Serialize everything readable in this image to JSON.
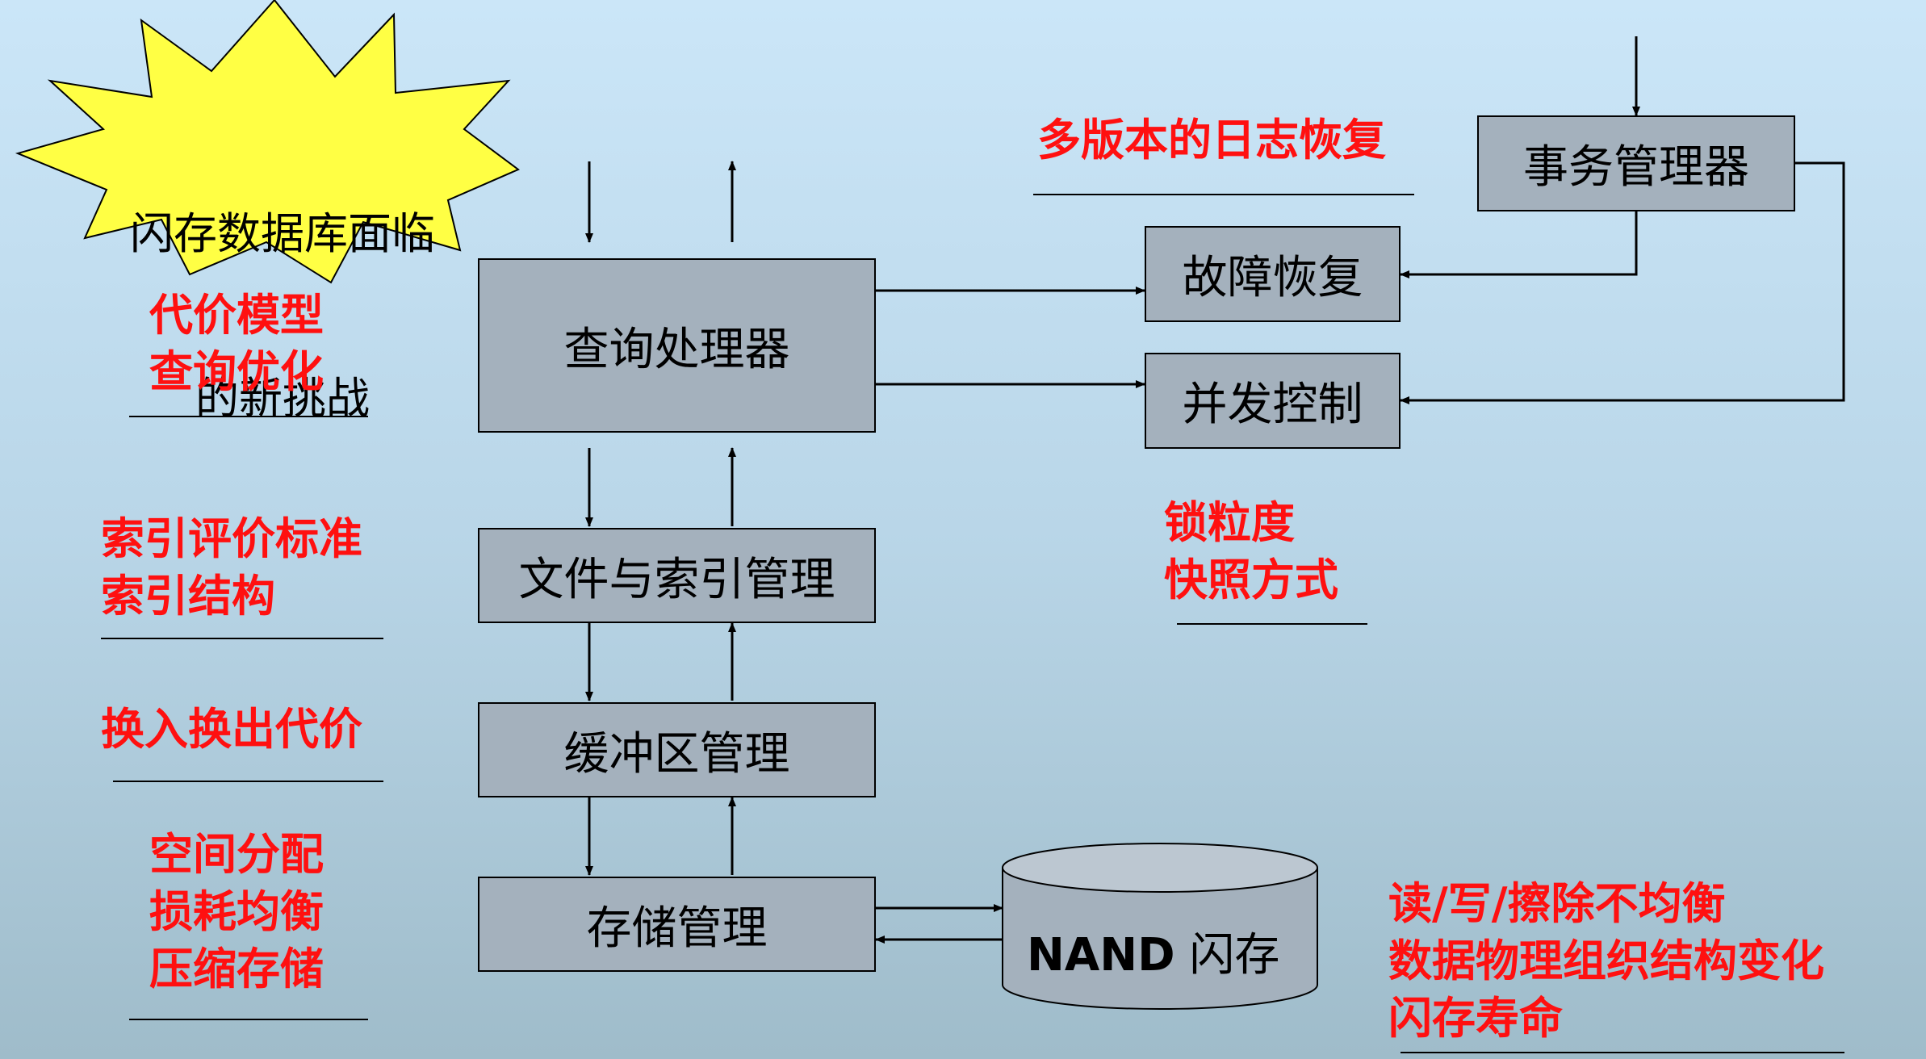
{
  "star": {
    "line1": "闪存数据库面临",
    "line2": "的新挑战",
    "fill": "#ffff44"
  },
  "boxes": {
    "transaction_manager": "事务管理器",
    "failure_recovery": "故障恢复",
    "concurrency_control": "并发控制",
    "query_processor": "查询处理器",
    "file_index_manager": "文件与索引管理",
    "buffer_manager": "缓冲区管理",
    "storage_manager": "存储管理"
  },
  "storage_device": {
    "bold_label": "NAND",
    "label": " 闪存"
  },
  "annotations": {
    "multiversion_log": "多版本的日志恢复",
    "cost_model": "代价模型",
    "query_optimization": "查询优化",
    "index_criteria": "索引评价标准",
    "index_structure": "索引结构",
    "swap_cost": "换入换出代价",
    "space_allocation": "空间分配",
    "wear_leveling": "损耗均衡",
    "compressed_storage": "压缩存储",
    "lock_granularity": "锁粒度",
    "snapshot_mode": "快照方式",
    "rw_erase": "读/写/擦除不均衡",
    "physical_org": "数据物理组织结构变化",
    "flash_lifetime": "闪存寿命"
  },
  "colors": {
    "annotation": "#ff1010",
    "box_fill": "#a4b1bd",
    "background_top": "#cbe6f8",
    "background_bottom": "#9fbcca"
  }
}
